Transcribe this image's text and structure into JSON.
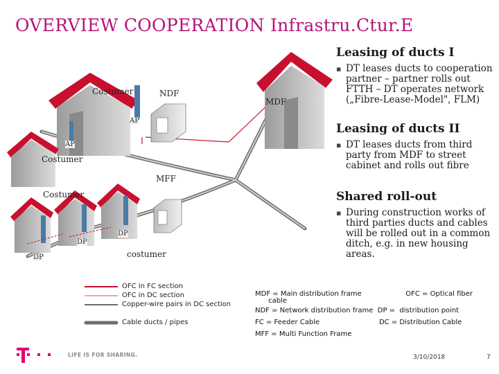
{
  "title": "OVERVIEW COOPERATION Infrastru.Ctur.E",
  "diagram": {
    "labels": {
      "costumer_top": "Costumer",
      "ndf": "NDF",
      "mdf": "MDF",
      "ap_mid": "AP",
      "ap_left": "AP",
      "costumer_left": "Costumer",
      "mff": "MFF",
      "costumer_bottom": "Costumer",
      "dp_right": "DP",
      "dp_mid": "DP",
      "dp_left": "DP",
      "costumer_lower": "costumer"
    }
  },
  "sections": [
    {
      "heading": "Leasing of ducts I",
      "bullet": "DT leases ducts to cooperation partner – partner rolls out FTTH – DT operates network („Fibre-Lease-Model\", FLM)"
    },
    {
      "heading": "Leasing of ducts II",
      "bullet": "DT leases ducts from third party from MDF to street cabinet and rolls out  fibre"
    },
    {
      "heading": "Shared roll-out",
      "bullet": "During construction works of third parties ducts and cables will be rolled out in a common ditch, e.g. in new housing areas."
    }
  ],
  "legend": [
    {
      "label": "OFC  in FC section"
    },
    {
      "label": "OFC in DC section"
    },
    {
      "label": "Copper-wire pairs  in DC section"
    },
    {
      "label": "Cable ducts / pipes"
    }
  ],
  "abbreviations": [
    "MDF = Main distribution frame                    OFC = Optical fiber",
    "      cable",
    "NDF = Network distribution frame  DP =  distribution point",
    "FC = Feeder Cable                           DC = Distribution Cable",
    "MFF = Multi Function Frame"
  ],
  "footer": {
    "slogan": "LIFE IS FOR SHARING.",
    "date": "3/10/2018",
    "page": "7"
  },
  "colors": {
    "title": "#b5127a",
    "roof": "#c8102e",
    "fiber_fc": "#c8102e",
    "brand": "#e20074"
  }
}
